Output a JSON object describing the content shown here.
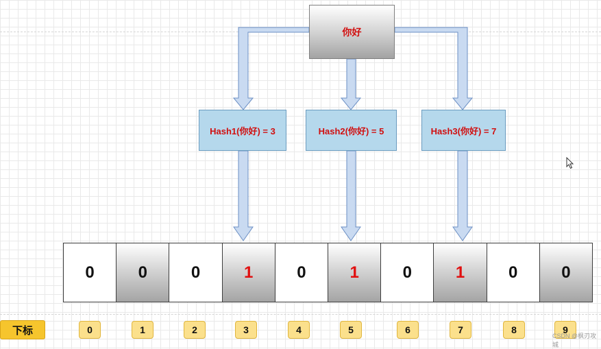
{
  "source": {
    "label": "你好"
  },
  "hashes": [
    {
      "label": "Hash1(你好) = 3"
    },
    {
      "label": "Hash2(你好) = 5"
    },
    {
      "label": "Hash3(你好) = 7"
    }
  ],
  "bit_array": [
    "0",
    "0",
    "0",
    "1",
    "0",
    "1",
    "0",
    "1",
    "0",
    "0"
  ],
  "index_label": "下标",
  "indices": [
    "0",
    "1",
    "2",
    "3",
    "4",
    "5",
    "6",
    "7",
    "8",
    "9"
  ],
  "watermark": "CSDN @枫刃攻城",
  "colors": {
    "highlight_text": "#d10f0f",
    "hash_box": "#b5d8ec",
    "arrow_fill": "#c9daf1",
    "arrow_stroke": "#6b8fc4",
    "index_label_bg": "#f6c52d",
    "index_bg": "#fbe08c"
  }
}
